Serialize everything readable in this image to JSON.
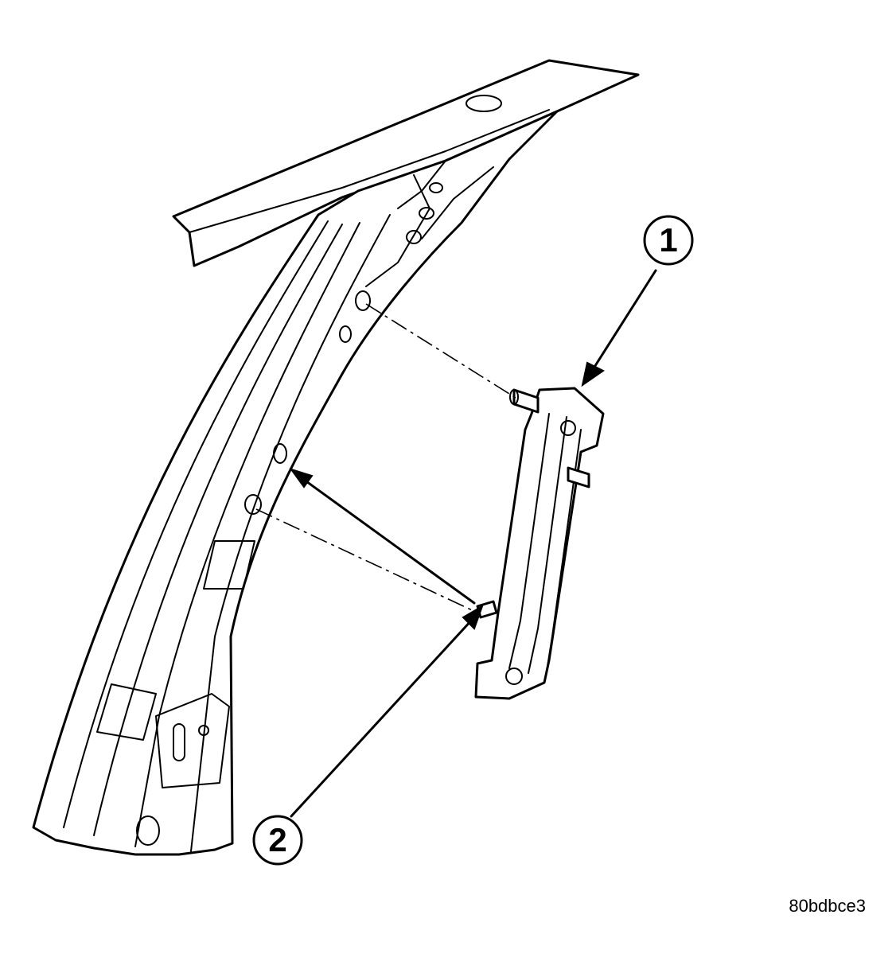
{
  "callouts": [
    {
      "label": "1",
      "part": "window-run-channel-bracket"
    },
    {
      "label": "2",
      "part": "locating-tab"
    }
  ],
  "figure_id": "80bdbce3"
}
